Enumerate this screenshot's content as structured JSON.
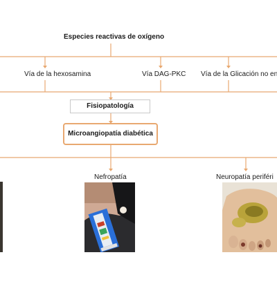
{
  "diagram": {
    "top_title": "Especies reactivas de oxígeno",
    "pathways": [
      {
        "label": "Vía de la hexosamina"
      },
      {
        "label": "Vía DAG-PKC"
      },
      {
        "label": "Vía de la Glicación no enz"
      }
    ],
    "fisiopatologia": "Fisiopatología",
    "microangiopatia": "Microangiopatía diabética",
    "outcomes": [
      {
        "label": "Nefropatía",
        "image": "wound-dressing-photo"
      },
      {
        "label": "Neuropatía periféri",
        "image": "diabetic-foot-photo"
      }
    ]
  },
  "colors": {
    "connector": "#e8a870",
    "box_border": "#c8c8c8",
    "text": "#1a1a1a"
  }
}
